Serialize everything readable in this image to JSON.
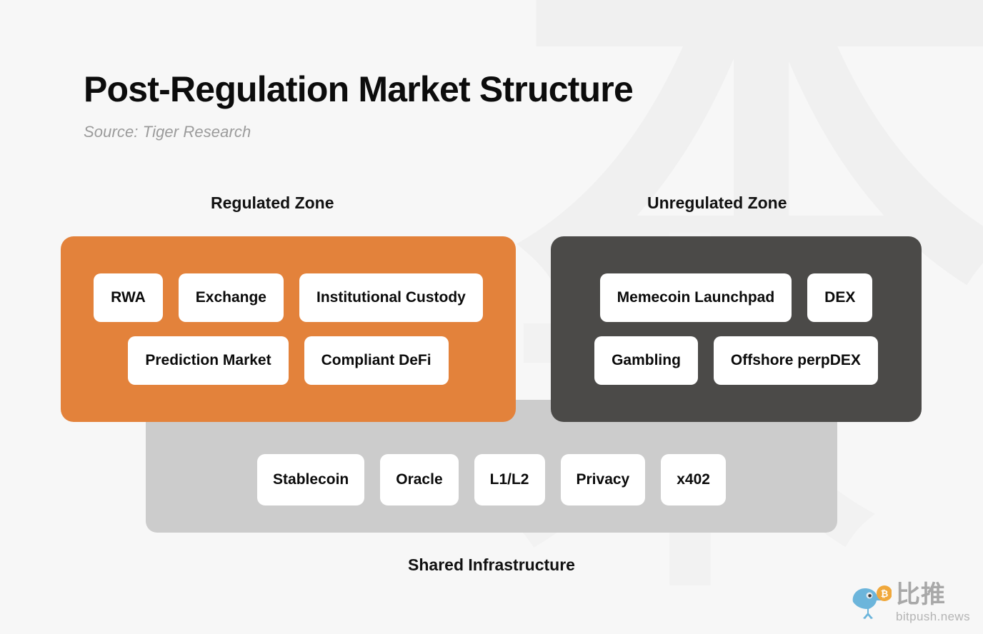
{
  "header": {
    "title": "Post-Regulation Market Structure",
    "source": "Source: Tiger Research"
  },
  "zones": {
    "regulated": {
      "heading": "Regulated Zone",
      "color": "#e3823b",
      "rows": [
        [
          "RWA",
          "Exchange",
          "Institutional Custody"
        ],
        [
          "Prediction Market",
          "Compliant DeFi"
        ]
      ]
    },
    "unregulated": {
      "heading": "Unregulated Zone",
      "color": "#4b4a48",
      "rows": [
        [
          "Memecoin Launchpad",
          "DEX"
        ],
        [
          "Gambling",
          "Offshore perpDEX"
        ]
      ]
    }
  },
  "shared_infrastructure": {
    "caption": "Shared Infrastructure",
    "color": "#cccccc",
    "items": [
      "Stablecoin",
      "Oracle",
      "L1/L2",
      "Privacy",
      "x402"
    ]
  },
  "brand": {
    "name_cn": "比推",
    "domain": "bitpush.news",
    "bird_color": "#6cb5db",
    "coin_color": "#f0a83c"
  },
  "background": {
    "color": "#f7f7f7",
    "watermark_glyph": "本",
    "watermark_glyph_2": "木"
  }
}
